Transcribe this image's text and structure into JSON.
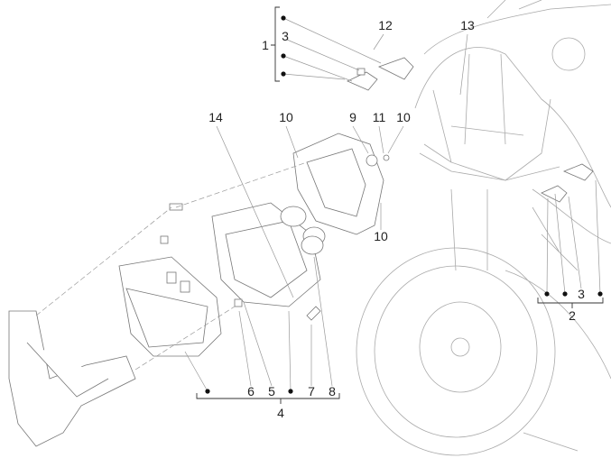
{
  "diagram": {
    "labels": {
      "group1": "1",
      "group1_item3": "3",
      "screw12": "12",
      "item13": "13",
      "item14": "14",
      "screw10_a": "10",
      "item9": "9",
      "item11": "11",
      "screw10_b": "10",
      "screw10_c": "10",
      "group2": "2",
      "group2_item3": "3",
      "group4": "4",
      "item6": "6",
      "item5": "5",
      "item7": "7",
      "item8": "8"
    }
  }
}
